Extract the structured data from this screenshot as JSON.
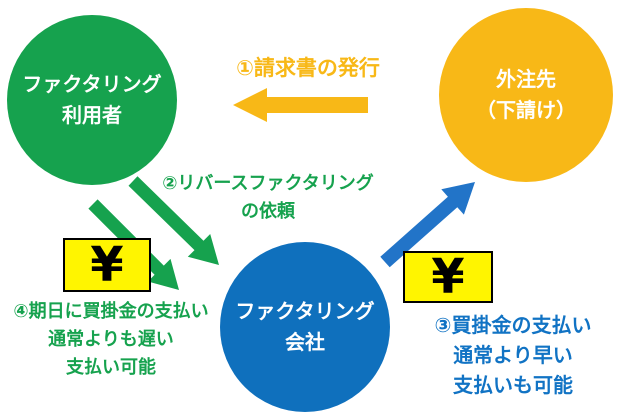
{
  "colors": {
    "green": "#16A24E",
    "orange": "#F8B817",
    "blue": "#0F70BD",
    "blue_arrow": "#2274C8",
    "blue_text": "#1173C4",
    "yen_bg": "#FFF500",
    "yen_fg": "#000000",
    "white": "#FFFFFF"
  },
  "nodes": {
    "factoring_user": {
      "line1": "ファクタリング",
      "line2": "利用者"
    },
    "subcontractor": {
      "line1": "外注先",
      "line2": "（下請け）"
    },
    "factoring_company": {
      "line1": "ファクタリング",
      "line2": "会社"
    }
  },
  "labels": {
    "step1": "①請求書の発行",
    "step2_line1": "②リバースファクタリング",
    "step2_line2": "の依頼",
    "step3_line1": "③買掛金の支払い",
    "step3_line2": "通常より早い",
    "step3_line3": "支払いも可能",
    "step4_line1": "④期日に買掛金の支払い",
    "step4_line2": "通常よりも遅い",
    "step4_line3": "支払い可能",
    "yen_symbol": "¥"
  },
  "icons": {
    "invoice_arrow": "left-arrow-orange",
    "request_arrows": "double-down-right-arrow-green",
    "payment_arrow": "up-right-arrow-blue",
    "yen_left": "yen-icon",
    "yen_right": "yen-icon"
  }
}
